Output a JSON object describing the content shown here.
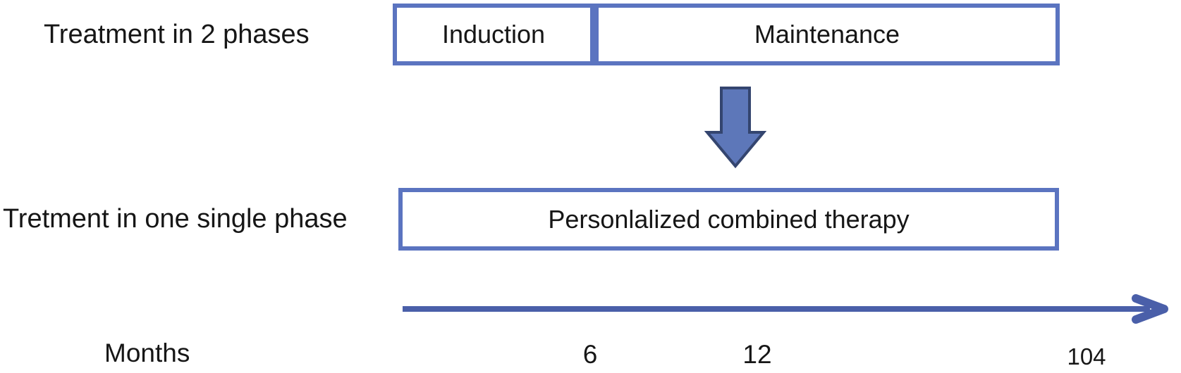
{
  "diagram": {
    "row_two_phases": {
      "label": "Treatment in 2 phases",
      "phases": [
        {
          "label": "Induction"
        },
        {
          "label": "Maintenance"
        }
      ]
    },
    "row_single_phase": {
      "label": "Tretment in one single phase",
      "box_label": "Personlalized combined therapy"
    },
    "transition_icon": "down-block-arrow",
    "timeline": {
      "axis_label": "Months",
      "ticks": [
        "6",
        "12",
        "104"
      ]
    }
  },
  "colors": {
    "box_border": "#5b74c0",
    "arrow_fill": "#5d77b9",
    "arrow_stroke": "#34456f",
    "timeline_color": "#4a5fa9",
    "text_color": "#161616",
    "bg": "#ffffff"
  }
}
